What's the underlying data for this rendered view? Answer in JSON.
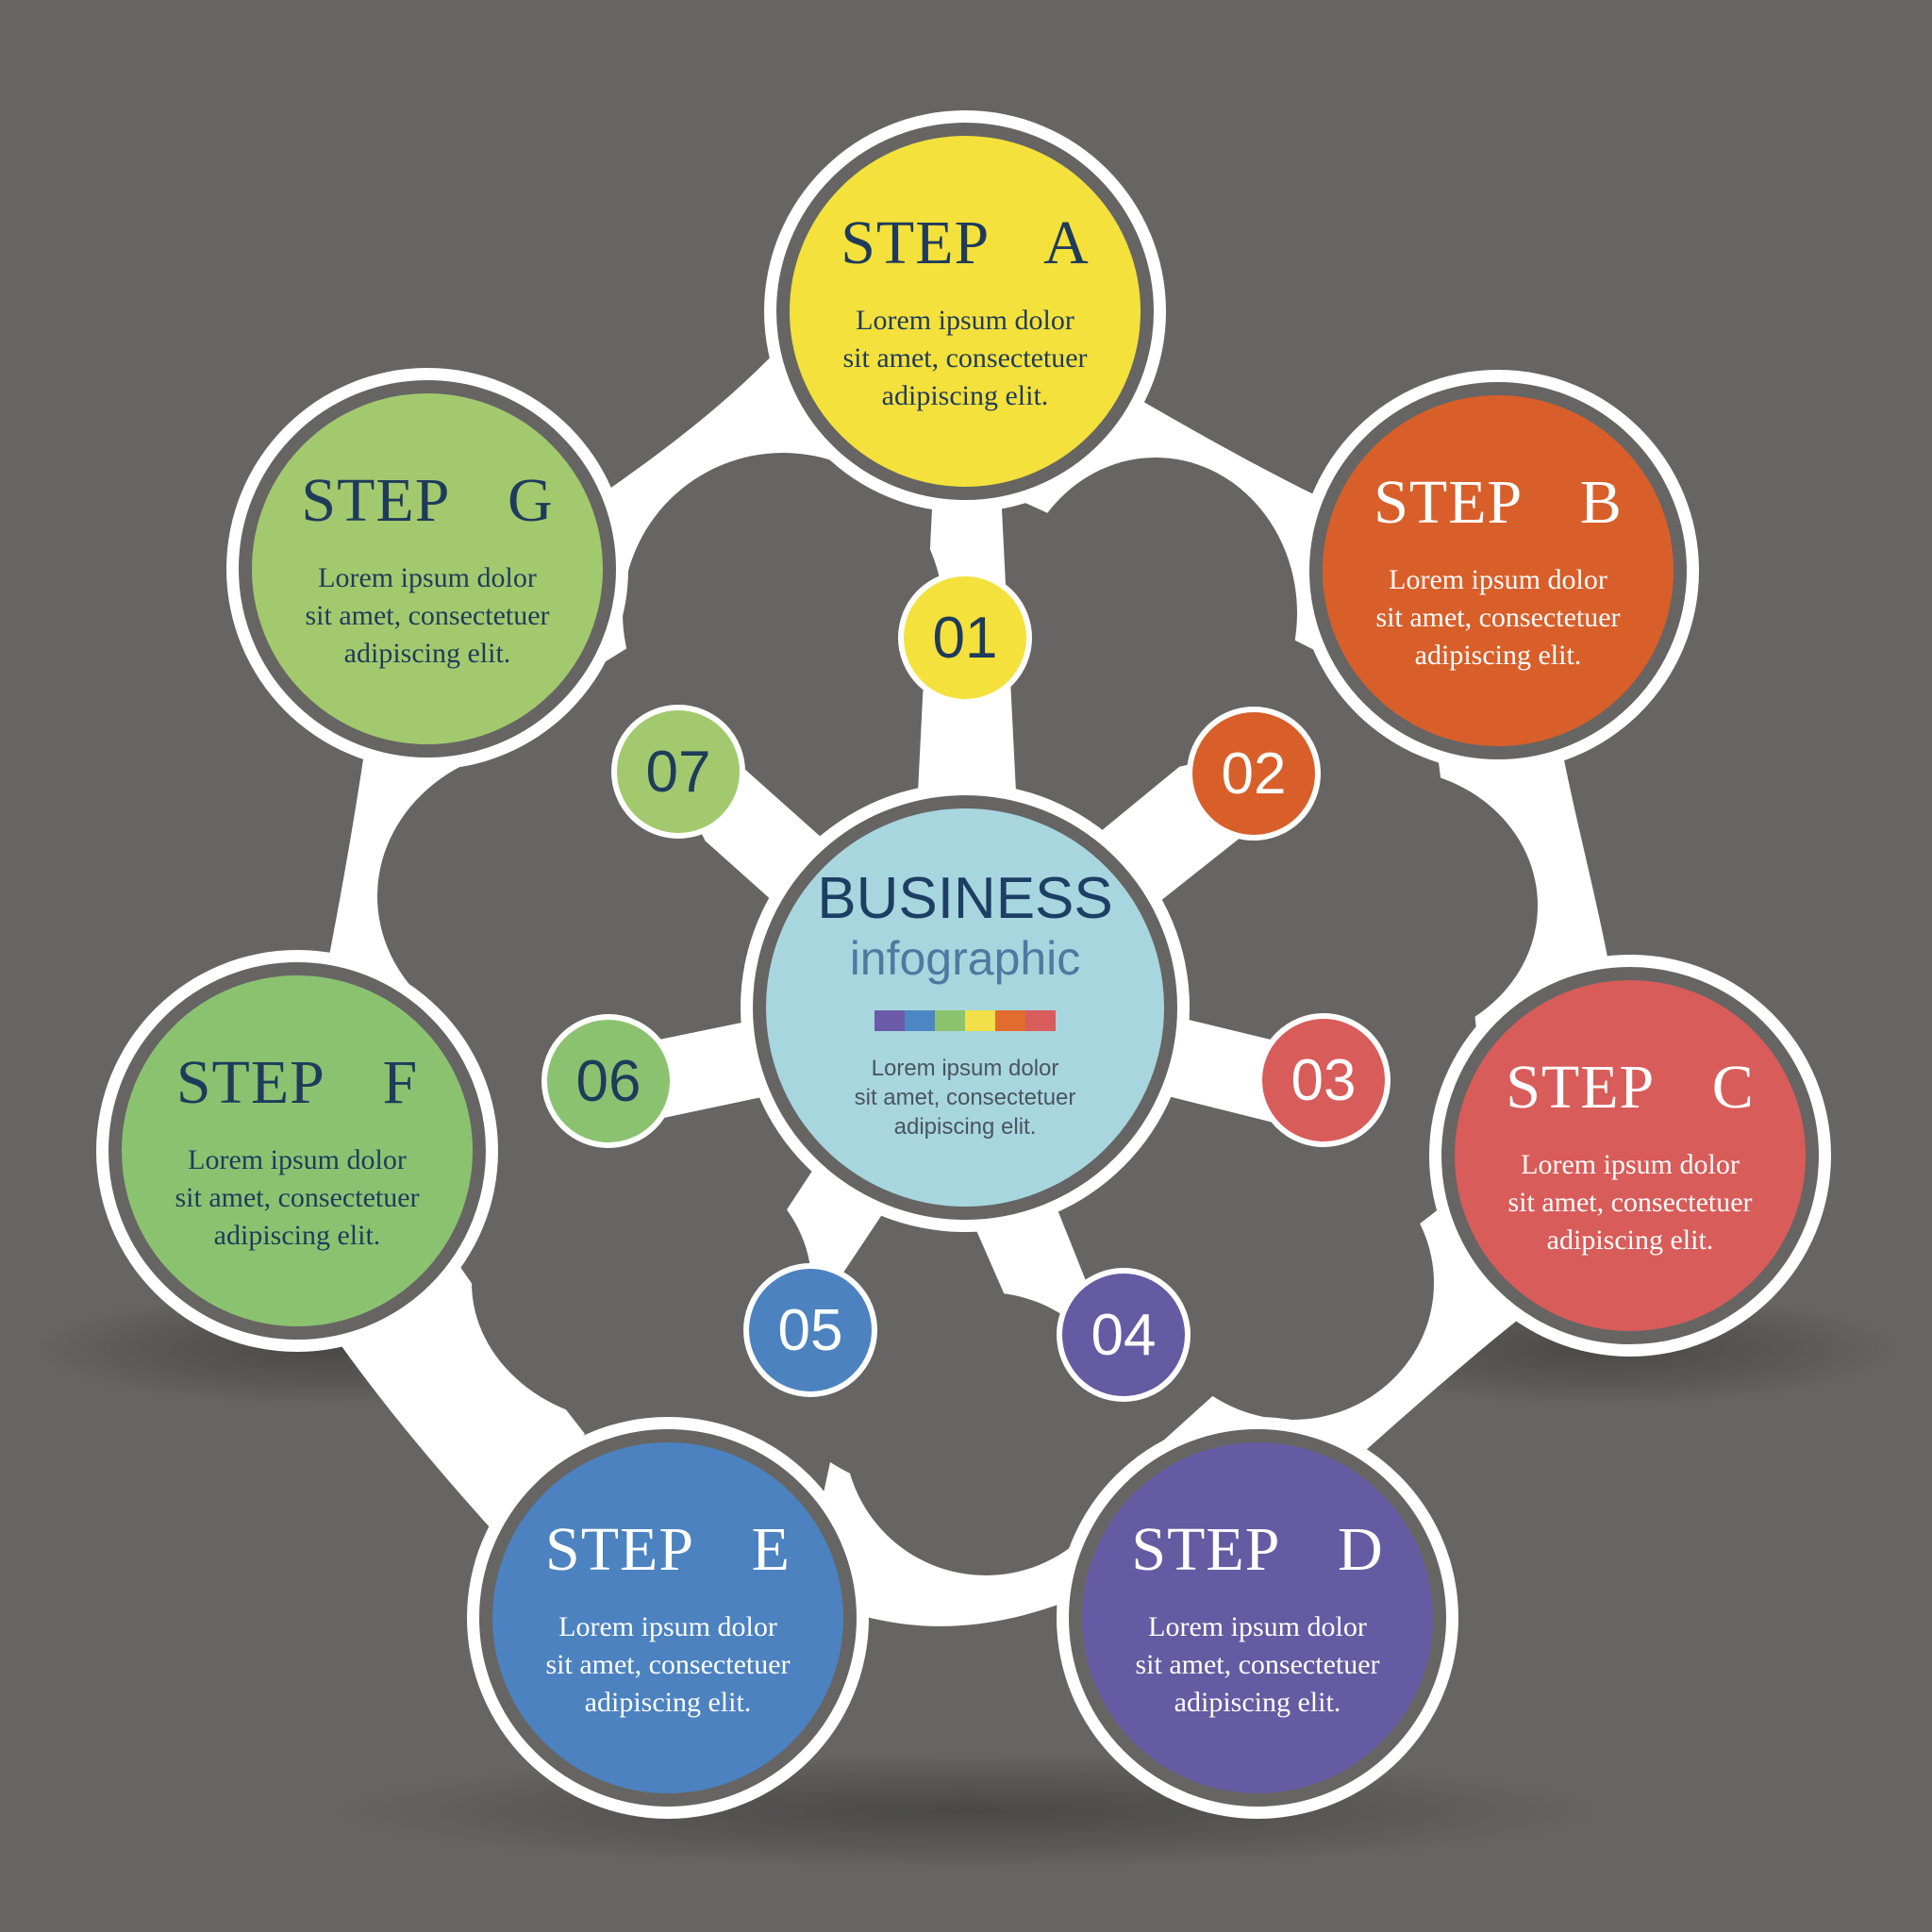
{
  "background_color": "#666564",
  "ring_color": "#ffffff",
  "center": {
    "title": "BUSINESS",
    "subtitle": "infographic",
    "description": [
      "Lorem ipsum dolor",
      "sit amet, consectetuer",
      "adipiscing elit."
    ],
    "color": "#a8d6de",
    "color_bar": [
      "#6a5aa8",
      "#4d86c4",
      "#8cc36e",
      "#f2e04a",
      "#e26b2e",
      "#d95c5c"
    ]
  },
  "steps": [
    {
      "title": "STEP  A",
      "number": "01",
      "color": "#f4e13b",
      "text_color": "#1f3b5c",
      "badge_text_color": "#1f3b5c",
      "description": [
        "Lorem ipsum dolor",
        "sit amet, consectetuer",
        "adipiscing elit."
      ]
    },
    {
      "title": "STEP  B",
      "number": "02",
      "color": "#d85f2a",
      "text_color": "#ffffff",
      "badge_text_color": "#ffffff",
      "description": [
        "Lorem ipsum dolor",
        "sit amet, consectetuer",
        "adipiscing elit."
      ]
    },
    {
      "title": "STEP  C",
      "number": "03",
      "color": "#d85c59",
      "text_color": "#ffffff",
      "badge_text_color": "#ffffff",
      "description": [
        "Lorem ipsum dolor",
        "sit amet, consectetuer",
        "adipiscing elit."
      ]
    },
    {
      "title": "STEP  D",
      "number": "04",
      "color": "#655ba2",
      "text_color": "#ffffff",
      "badge_text_color": "#ffffff",
      "description": [
        "Lorem ipsum dolor",
        "sit amet, consectetuer",
        "adipiscing elit."
      ]
    },
    {
      "title": "STEP  E",
      "number": "05",
      "color": "#4c82c0",
      "text_color": "#ffffff",
      "badge_text_color": "#ffffff",
      "description": [
        "Lorem ipsum dolor",
        "sit amet, consectetuer",
        "adipiscing elit."
      ]
    },
    {
      "title": "STEP  F",
      "number": "06",
      "color": "#8bc270",
      "text_color": "#1f3b5c",
      "badge_text_color": "#1f3b5c",
      "description": [
        "Lorem ipsum dolor",
        "sit amet, consectetuer",
        "adipiscing elit."
      ]
    },
    {
      "title": "STEP  G",
      "number": "07",
      "color": "#a2c96d",
      "text_color": "#1f3b5c",
      "badge_text_color": "#1f3b5c",
      "description": [
        "Lorem ipsum dolor",
        "sit amet, consectetuer",
        "adipiscing elit."
      ]
    }
  ]
}
